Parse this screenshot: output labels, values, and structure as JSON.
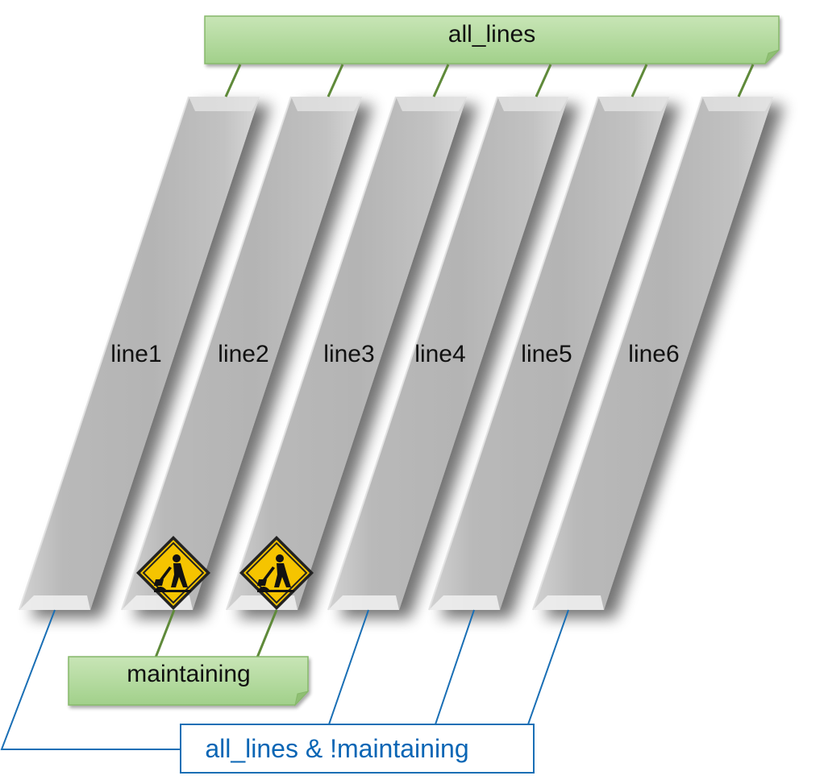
{
  "notes": {
    "all_lines": "all_lines",
    "maintaining": "maintaining",
    "available": "all_lines & !maintaining"
  },
  "lines": [
    {
      "label": "line1",
      "maintaining": false
    },
    {
      "label": "line2",
      "maintaining": true
    },
    {
      "label": "line3",
      "maintaining": true
    },
    {
      "label": "line4",
      "maintaining": false
    },
    {
      "label": "line5",
      "maintaining": false
    },
    {
      "label": "line6",
      "maintaining": false
    }
  ],
  "colors": {
    "note_fill_top": "#c6e3b4",
    "note_fill_bottom": "#9fcf87",
    "note_border": "#7fb064",
    "note_connector": "#5f8a3a",
    "box_border": "#1a6fb5",
    "box_connector": "#1a6fb5",
    "strip_light": "#d8d8d8",
    "strip_mid": "#b8b8b8",
    "warning_sign": "#f5c400"
  },
  "icons": {
    "maintenance": "worker-warning-sign-icon"
  }
}
